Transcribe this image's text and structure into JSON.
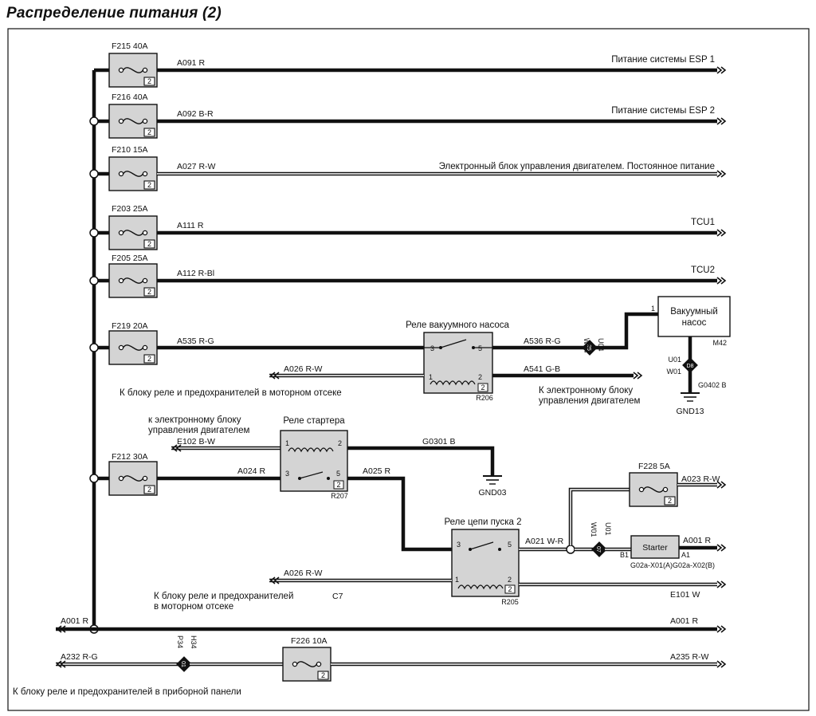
{
  "title": "Распределение питания (2)",
  "fuses": {
    "f215": {
      "name": "F215 40A",
      "num": "2"
    },
    "f216": {
      "name": "F216 40A",
      "num": "2"
    },
    "f210": {
      "name": "F210 15A",
      "num": "2"
    },
    "f203": {
      "name": "F203 25A",
      "num": "2"
    },
    "f205": {
      "name": "F205 25A",
      "num": "2"
    },
    "f219": {
      "name": "F219 20A",
      "num": "2"
    },
    "f212": {
      "name": "F212 30A",
      "num": "2"
    },
    "f228": {
      "name": "F228 5A",
      "num": "2"
    },
    "f226": {
      "name": "F226 10A",
      "num": "2"
    }
  },
  "wires": {
    "a091": "A091 R",
    "a092": "A092 B-R",
    "a027": "A027 R-W",
    "a111": "A111 R",
    "a112": "A112 R-Bl",
    "a535": "A535 R-G",
    "a536": "A536 R-G",
    "a541": "A541 G-B",
    "a026_top": "A026 R-W",
    "e102": "E102 B-W",
    "g0301": "G0301 B",
    "a024": "A024 R",
    "a025": "A025 R",
    "a023": "A023 R-W",
    "a021": "A021 W-R",
    "a001_starter": "A001 R",
    "a026_bottom": "A026 R-W",
    "e101": "E101 W",
    "a001_left": "A001 R",
    "a001_right": "A001 R",
    "a232": "A232 R-G",
    "a235": "A235 R-W",
    "g0402": "G0402 B"
  },
  "destinations": {
    "esp1": "Питание системы ESP 1",
    "esp2": "Питание системы ESP 2",
    "ecu": "Электронный блок управления двигателем. Постоянное питание",
    "tcu1": "TCU1",
    "tcu2": "TCU2",
    "ecu_block_1": "К электронному блоку",
    "ecu_block_2": "управления двигателем",
    "engine_relay_box": "К блоку реле и предохранителей в моторном отсеке",
    "ecu_to_1": "к электронному блоку",
    "ecu_to_2": "управления двигателем",
    "engine_relay_box_2a": "К блоку реле и предохранителей",
    "engine_relay_box_2b": "в моторном отсеке",
    "c7": "C7",
    "instrument_panel_box": "К блоку реле и предохранителей в приборной панели"
  },
  "relays": {
    "vacuum": {
      "title": "Реле вакуумного насоса",
      "id": "R206",
      "p3": "3",
      "p5": "5",
      "p1": "1",
      "p2": "2",
      "num": "2"
    },
    "starter": {
      "title": "Реле стартера",
      "id": "R207",
      "p1": "1",
      "p2": "2",
      "p3": "3",
      "p5": "5",
      "num": "2"
    },
    "start_circuit": {
      "title": "Реле цепи пуска 2",
      "id": "R205",
      "p3": "3",
      "p5": "5",
      "p1": "1",
      "p2": "2",
      "num": "2"
    }
  },
  "components": {
    "vacuum_pump": {
      "line1": "Вакуумный",
      "line2": "насос",
      "id": "M42",
      "pin": "1"
    },
    "starter": {
      "label": "Starter",
      "pin_b1": "B1",
      "pin_a1": "A1",
      "connector": "G02a-X01(A)G02a-X02(B)"
    }
  },
  "connectors": {
    "w04_u04": {
      "a": "W04",
      "b": "U04",
      "num": "25"
    },
    "u01_w01": {
      "a": "U01",
      "b": "W01",
      "num": "D8"
    },
    "w01_u01": {
      "a": "W01",
      "b": "U01",
      "num": "07"
    },
    "p34_h34": {
      "a": "P34",
      "b": "H34",
      "num": "01"
    }
  },
  "grounds": {
    "gnd13": "GND13",
    "gnd03": "GND03"
  }
}
